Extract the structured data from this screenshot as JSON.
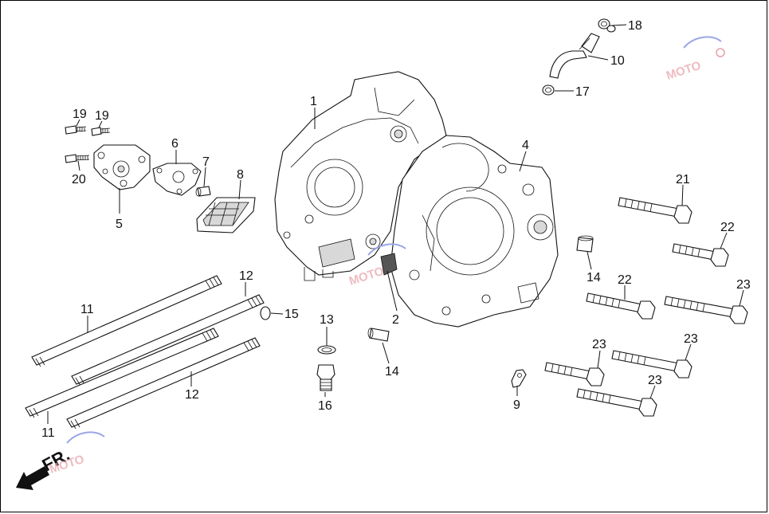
{
  "diagram": {
    "labels": {
      "p1": "1",
      "p2": "2",
      "p4": "4",
      "p5": "5",
      "p6": "6",
      "p7": "7",
      "p8": "8",
      "p9": "9",
      "p10": "10",
      "p11a": "11",
      "p11b": "11",
      "p12a": "12",
      "p12b": "12",
      "p13": "13",
      "p14a": "14",
      "p14b": "14",
      "p15": "15",
      "p16": "16",
      "p17": "17",
      "p18": "18",
      "p19a": "19",
      "p19b": "19",
      "p20": "20",
      "p21": "21",
      "p22a": "22",
      "p22b": "22",
      "p23a": "23",
      "p23b": "23",
      "p23c": "23",
      "p23d": "23"
    },
    "direction_label": "FR.",
    "watermark": "MOTO"
  }
}
